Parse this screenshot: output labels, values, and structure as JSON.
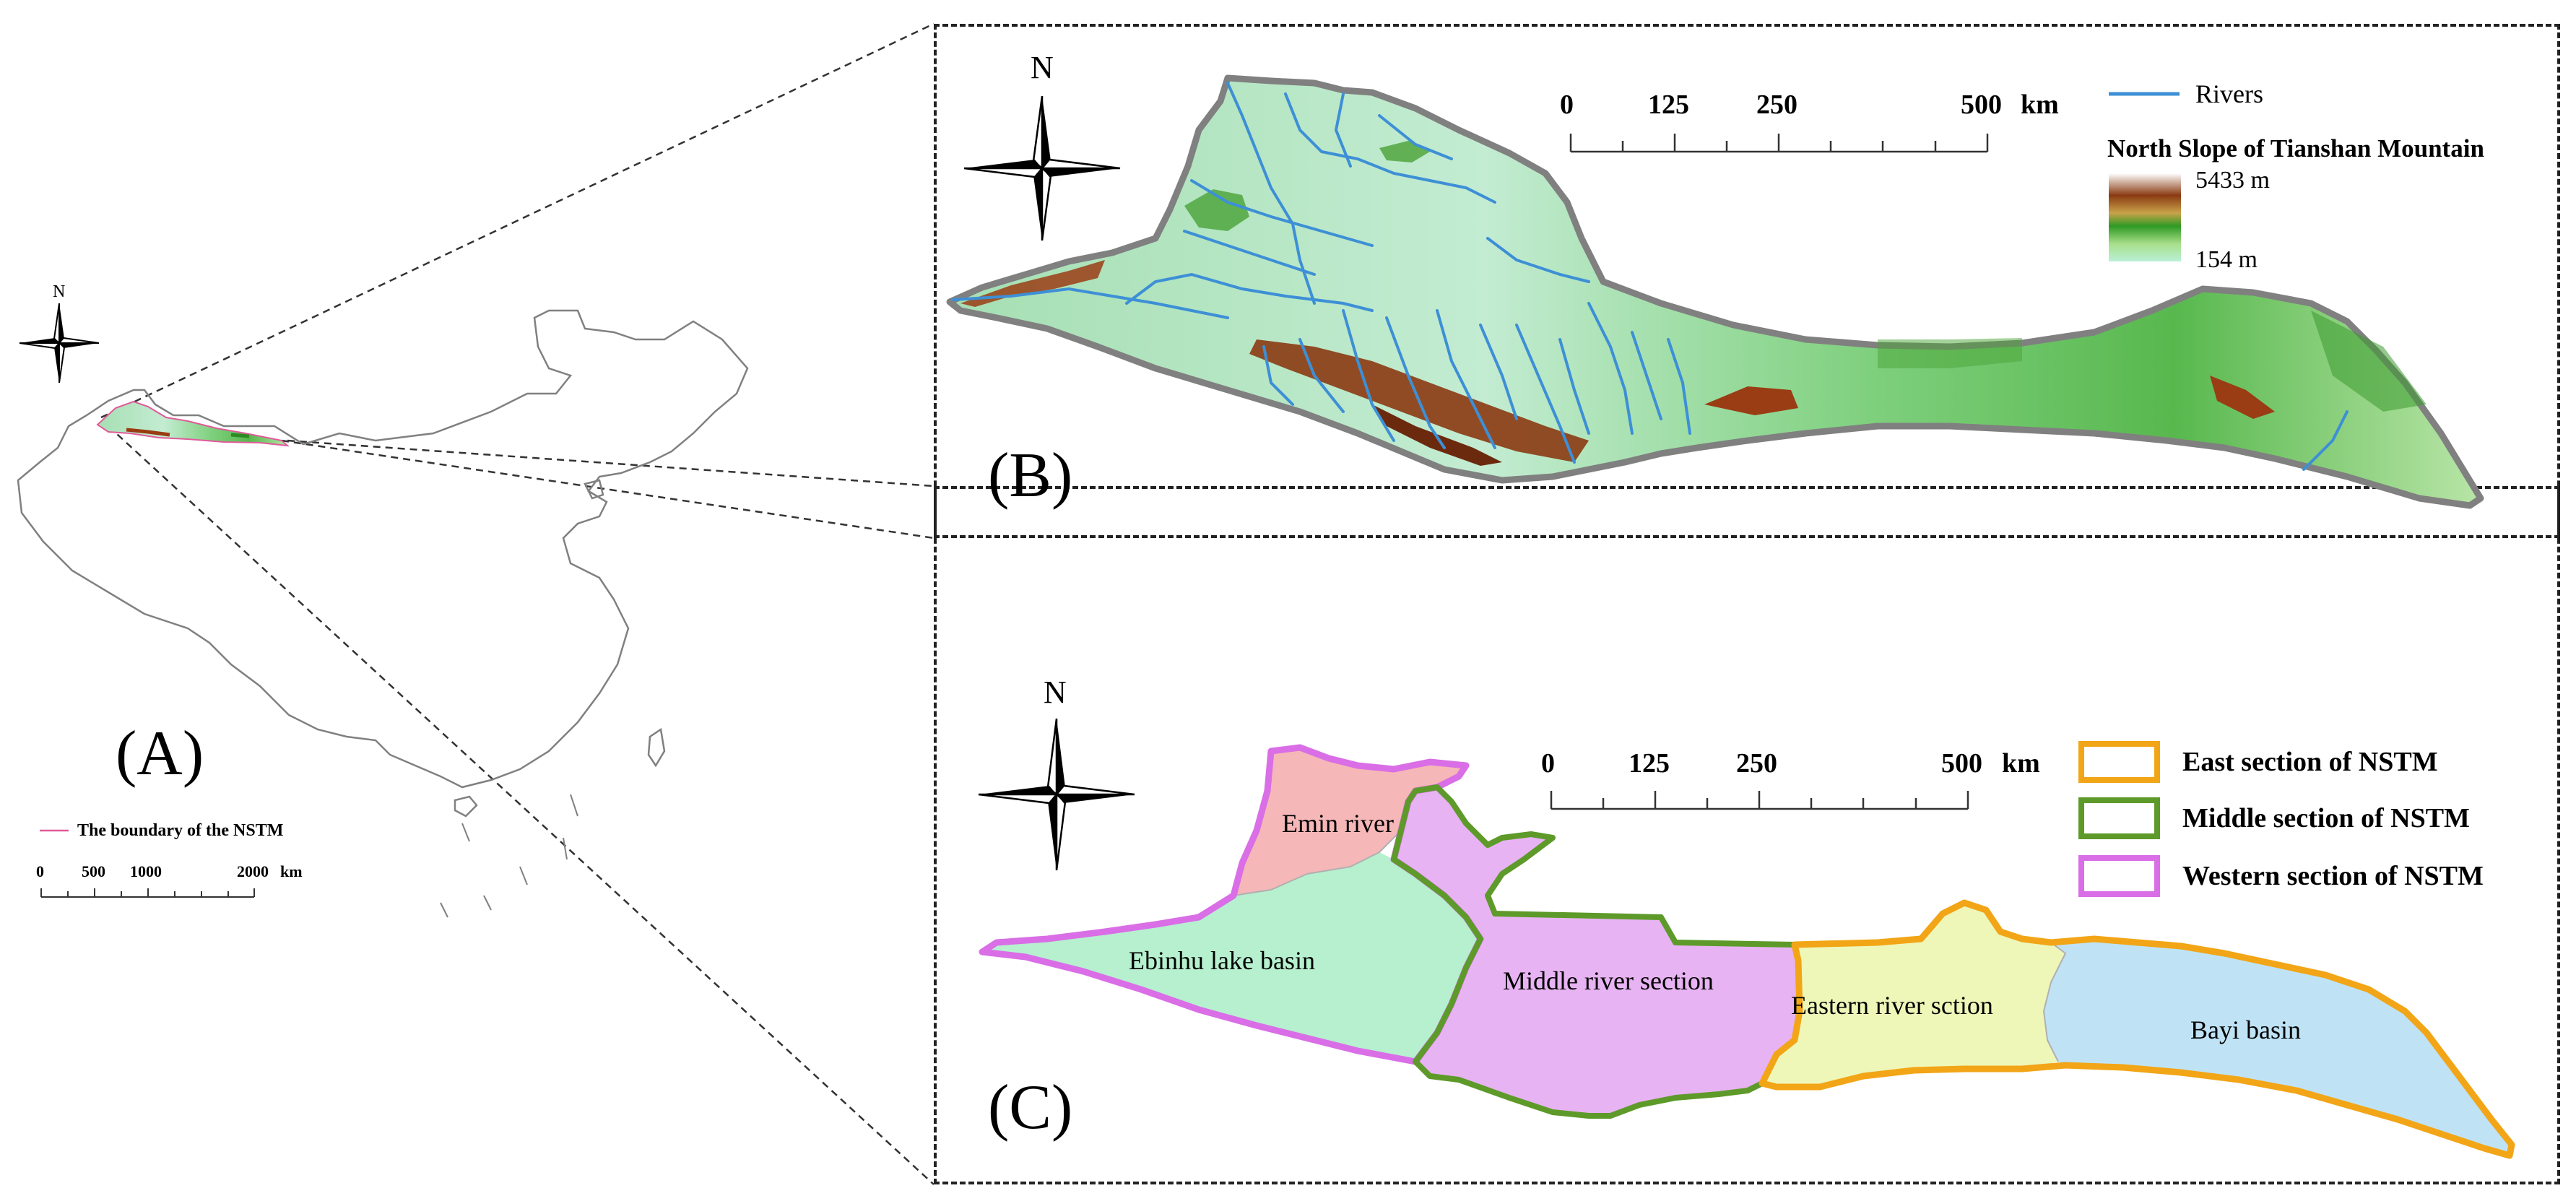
{
  "panel_a": {
    "label": "(A)",
    "north": "N",
    "legend_label": "The boundary of the NSTM",
    "scale_ticks": [
      "0",
      "500",
      "1000",
      "2000"
    ],
    "scale_unit": "km"
  },
  "panel_b": {
    "label": "(B)",
    "north": "N",
    "scale_ticks": [
      "0",
      "125",
      "250",
      "500"
    ],
    "scale_unit": "km",
    "legend_rivers": "Rivers",
    "legend_title": "North Slope of Tianshan Mountain",
    "elev_high": "5433 m",
    "elev_low": "154 m",
    "colors": {
      "river": "#3d8fd6",
      "outline": "#808080"
    }
  },
  "panel_c": {
    "label": "(C)",
    "north": "N",
    "scale_ticks": [
      "0",
      "125",
      "250",
      "500"
    ],
    "scale_unit": "km",
    "legend": [
      {
        "label": "East section of NSTM",
        "color": "#f2a516"
      },
      {
        "label": "Middle section of NSTM",
        "color": "#5e9a2a"
      },
      {
        "label": "Western section of NSTM",
        "color": "#d96ee6"
      }
    ],
    "regions": [
      {
        "name": "Emin river",
        "fill": "#f5b7b7"
      },
      {
        "name": "Ebinhu lake basin",
        "fill": "#b6f0cf"
      },
      {
        "name": "Middle river section",
        "fill": "#e7b3f2"
      },
      {
        "name": "Eastern river sction",
        "fill": "#eef7b8"
      },
      {
        "name": "Bayi basin",
        "fill": "#bfe3f5"
      }
    ]
  }
}
